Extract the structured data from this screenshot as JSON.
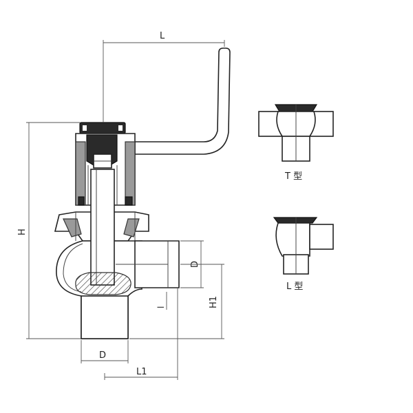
{
  "labels": {
    "L": "L",
    "H": "H",
    "D_right": "D",
    "H1": "H1",
    "D_bottom": "D",
    "L1": "L1",
    "l": "l"
  },
  "variants": [
    {
      "label": "T 型"
    },
    {
      "label": "L 型"
    }
  ]
}
